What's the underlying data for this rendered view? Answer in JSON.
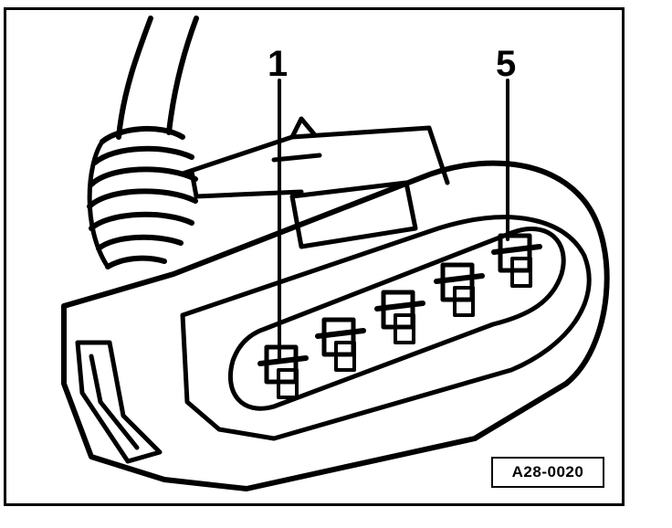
{
  "figure": {
    "callouts": [
      {
        "label": "1"
      },
      {
        "label": "5"
      }
    ],
    "reference_code": "A28-0020",
    "pin_count": 5
  },
  "colors": {
    "ink": "#000000",
    "paper": "#ffffff"
  }
}
